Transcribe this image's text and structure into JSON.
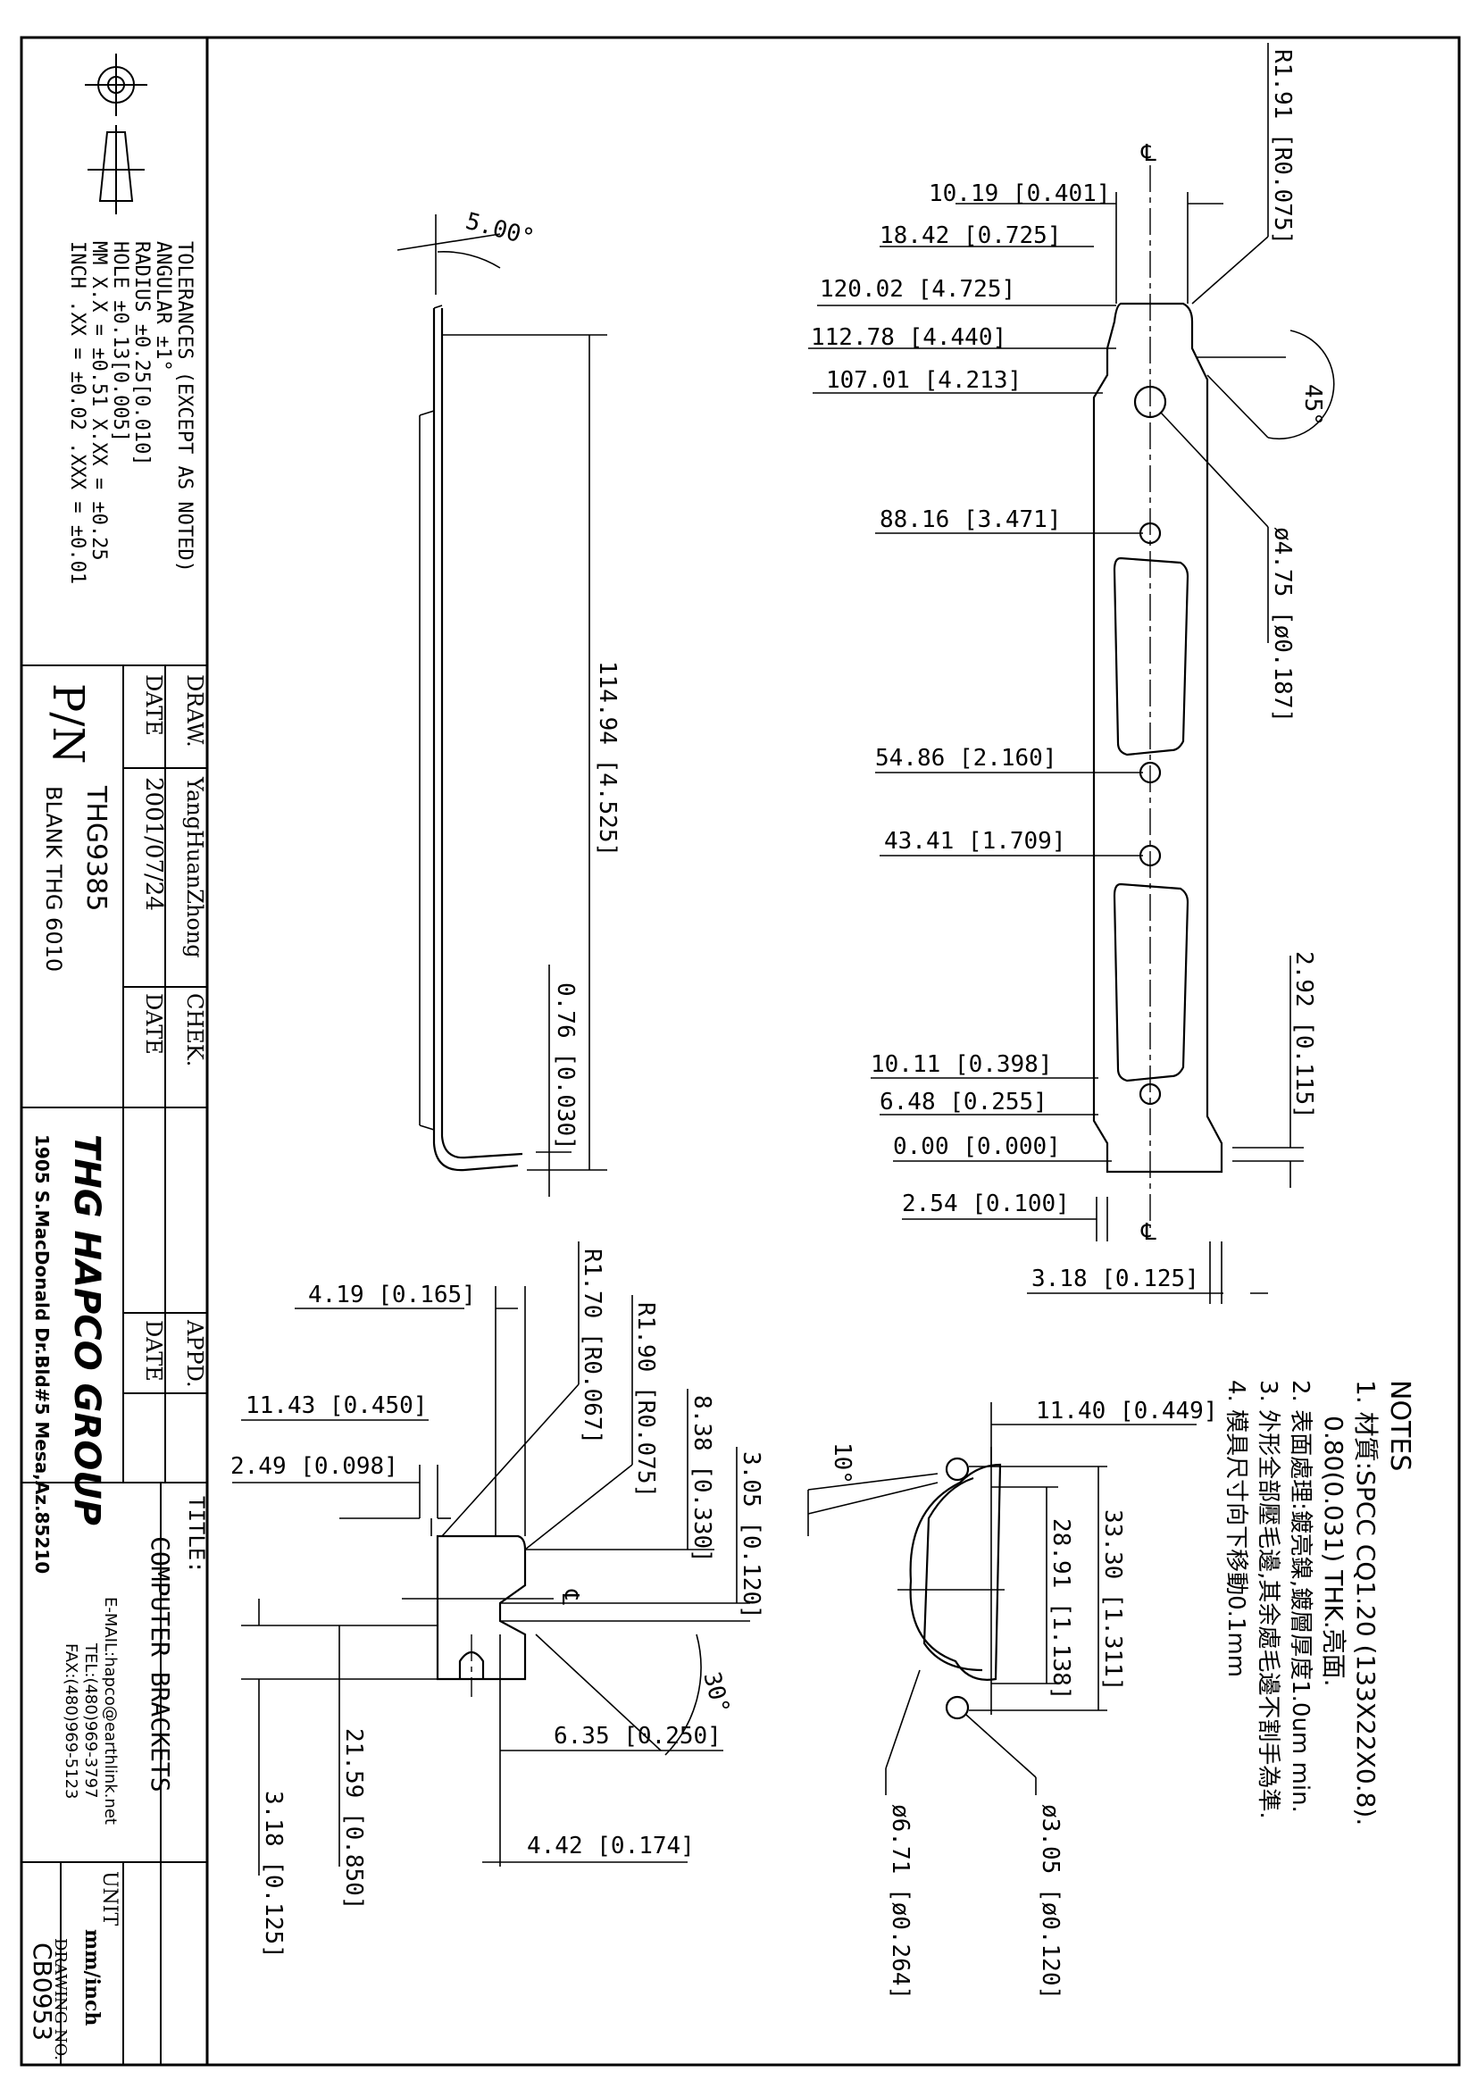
{
  "title_block": {
    "tolerances": {
      "heading": "TOLERANCES (EXCEPT AS NOTED)",
      "angular": "ANGULAR ±1°",
      "radius": "RADIUS ±0.25[0.010]",
      "hole": "HOLE ±0.13[0.005]",
      "mm": "MM X.X = ±0.51 X.XX = ±0.25",
      "inch": "INCH .XX = ±0.02 .XXX = ±0.01"
    },
    "draw_label": "DRAW.",
    "draw_value": "YangHuanZhong",
    "date_label": "DATE",
    "date_value": "2001/07/24",
    "chek_label": "CHEK.",
    "chek_date_label": "DATE",
    "appd_label": "APPD.",
    "appd_date_label": "DATE",
    "pn_label": "P/N",
    "pn_value": "THG9385",
    "blank": "BLANK THG 6010",
    "company": "THG HAPCO GROUP",
    "address": "1905 S.MacDonald Dr.Bld#5 Mesa,Az.85210",
    "email": "E-MAIL:hapco@earthlink.net",
    "tel": "TEL:(480)969-3797",
    "fax": "FAX:(480)969-5123",
    "title_label": "TITLE:",
    "title_value": "COMPUTER BRACKETS",
    "unit_label": "UNIT",
    "unit_value": "mm/inch",
    "drawing_no_label": "DRAWING NO.",
    "drawing_no_value": "CB0953"
  },
  "notes": {
    "heading": "NOTES",
    "items": [
      "1. 材質:SPCC CQ1.20 (133X22X0.8).",
      "0.80(0.031) THK.亮面.",
      "2. 表面處理:鍍亮鎳,鍍層厚度1.0um min.",
      "3. 外形全部壓毛邊,其余處毛邊不割手為準.",
      "4. 模具尺寸向下移動0.1mm"
    ]
  },
  "side_view": {
    "angle": "5.00°",
    "length": "114.94 [4.525]",
    "thickness": "0.76 [0.030]"
  },
  "front_view": {
    "dims": [
      "10.19 [0.401]",
      "18.42 [0.725]",
      "120.02 [4.725]",
      "112.78 [4.440]",
      "107.01 [4.213]",
      "88.16 [3.471]",
      "54.86 [2.160]",
      "43.41 [1.709]",
      "10.11 [0.398]",
      "6.48 [0.255]",
      "0.00 [0.000]",
      "2.54 [0.100]",
      "3.18 [0.125]"
    ],
    "radius": "R1.91 [R0.075]",
    "chamfer": "45°",
    "hole": "ø4.75 [ø0.187]",
    "slot_width": "2.92 [0.115]"
  },
  "top_detail": {
    "dims": [
      "4.19 [0.165]",
      "11.43 [0.450]",
      "2.49 [0.098]",
      "R1.70 [R0.067]",
      "R1.90 [R0.075]",
      "8.38 [0.330]",
      "3.05 [0.120]",
      "30°",
      "6.35 [0.250]",
      "21.59 [0.850]",
      "3.18 [0.125]",
      "4.42 [0.174]"
    ]
  },
  "connector_detail": {
    "angle": "10°",
    "dims": [
      "11.40 [0.449]",
      "33.30 [1.311]",
      "28.91 [1.138]"
    ],
    "hole_small": "ø3.05 [ø0.120]",
    "hole_large": "ø6.71 [ø0.264]"
  }
}
